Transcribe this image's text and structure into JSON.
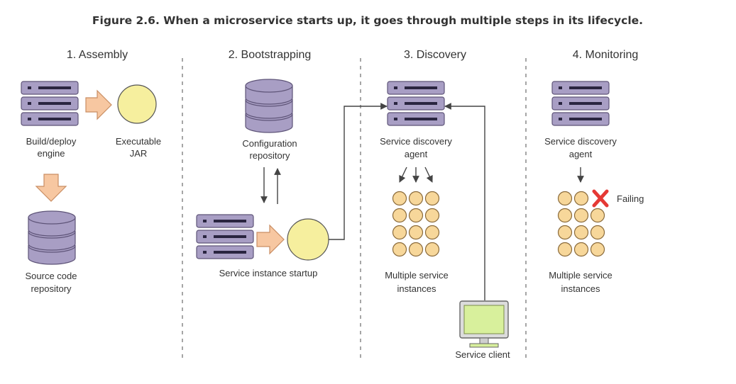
{
  "caption": "Figure 2.6. When a microservice starts up, it goes through multiple steps in its lifecycle.",
  "phases": [
    {
      "title": "1. Assembly"
    },
    {
      "title": "2. Bootstrapping"
    },
    {
      "title": "3. Discovery"
    },
    {
      "title": "4. Monitoring"
    }
  ],
  "labels": {
    "build_engine": [
      "Build/deploy",
      "engine"
    ],
    "executable_jar": [
      "Executable",
      "JAR"
    ],
    "source_repo": [
      "Source code",
      "repository"
    ],
    "config_repo": [
      "Configuration",
      "repository"
    ],
    "instance_startup": "Service instance startup",
    "discovery_agent": [
      "Service discovery",
      "agent"
    ],
    "discovery_instances": [
      "Multiple service",
      "instances"
    ],
    "service_client": "Service client",
    "monitor_agent": [
      "Service discovery",
      "agent"
    ],
    "monitor_instances": [
      "Multiple service",
      "instances"
    ],
    "failing": "Failing"
  },
  "colors": {
    "server_fill": "#a89ec4",
    "server_stroke": "#5e5478",
    "db_fill": "#a89ec4",
    "jar_fill": "#f6ef9e",
    "instance_fill": "#f7d79a",
    "arrow_fill": "#f7c7a1",
    "arrow_stroke": "#c98e64",
    "monitor_screen": "#d8f09c",
    "fail_x": "#e53935",
    "divider": "#888888",
    "line": "#444444"
  }
}
